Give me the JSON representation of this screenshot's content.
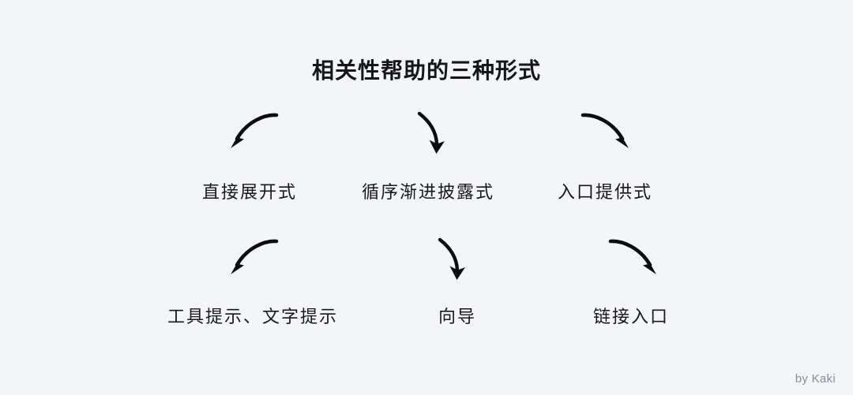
{
  "slide": {
    "background_color": "#f4f5f9",
    "title": "相关性帮助的三种形式",
    "title_color": "#15161a",
    "text_color": "#17181c",
    "arrow_color": "#0c0d11",
    "watermark": "by Kaki",
    "watermark_color": "#8a8d9a"
  },
  "rows": [
    {
      "items": [
        {
          "label": "直接展开式",
          "arrow": "curved-arrow-down-left-icon"
        },
        {
          "label": "循序渐进披露式",
          "arrow": "curved-arrow-down-icon"
        },
        {
          "label": "入口提供式",
          "arrow": "curved-arrow-down-right-icon"
        }
      ]
    },
    {
      "items": [
        {
          "label": "工具提示、文字提示",
          "arrow": "curved-arrow-down-left-icon"
        },
        {
          "label": "向导",
          "arrow": "curved-arrow-down-icon"
        },
        {
          "label": "链接入口",
          "arrow": "curved-arrow-down-right-icon"
        }
      ]
    }
  ]
}
